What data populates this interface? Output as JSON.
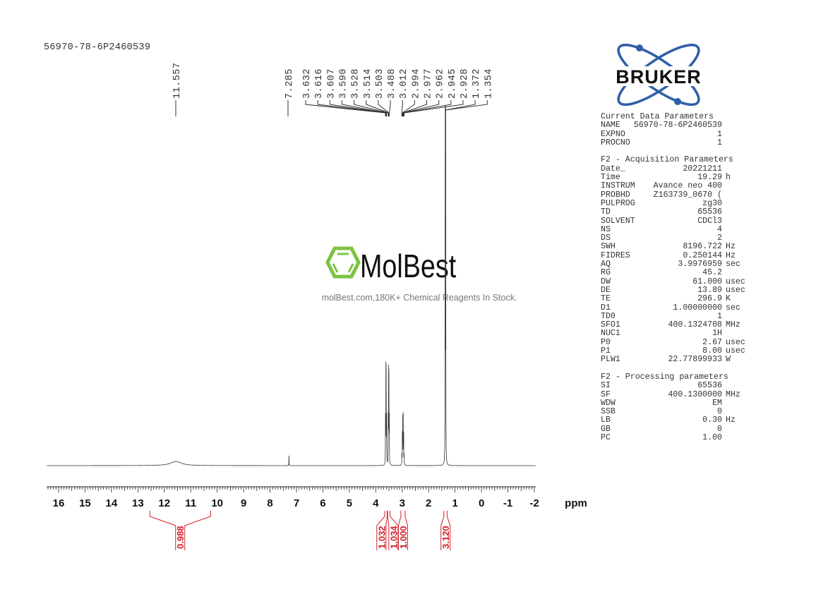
{
  "title": "56970-78-6P2460539",
  "logo": {
    "text": "BRUKER",
    "color": "#2f5fa8",
    "dot_color": "#2f5fa8"
  },
  "watermark": {
    "name": "MolBest",
    "tagline": "molBest.com,180K+ Chemical Reagents In Stock.",
    "color": "#7dc242"
  },
  "parameters": [
    {
      "heading": "Current Data Parameters",
      "rows": [
        [
          "NAME",
          "56970-78-6P2460539",
          ""
        ],
        [
          "EXPNO",
          "1",
          ""
        ],
        [
          "PROCNO",
          "1",
          ""
        ]
      ]
    },
    {
      "heading": "F2 - Acquisition Parameters",
      "rows": [
        [
          "Date_",
          "20221211",
          ""
        ],
        [
          "Time",
          "19.29",
          "h"
        ],
        [
          "INSTRUM",
          "Avance neo 400",
          ""
        ],
        [
          "PROBHD",
          "Z163739_0670 (",
          ""
        ],
        [
          "PULPROG",
          "zg30",
          ""
        ],
        [
          "TD",
          "65536",
          ""
        ],
        [
          "SOLVENT",
          "CDCl3",
          ""
        ],
        [
          "NS",
          "4",
          ""
        ],
        [
          "DS",
          "2",
          ""
        ],
        [
          "SWH",
          "8196.722",
          "Hz"
        ],
        [
          "FIDRES",
          "0.250144",
          "Hz"
        ],
        [
          "AQ",
          "3.9976959",
          "sec"
        ],
        [
          "RG",
          "45.2",
          ""
        ],
        [
          "DW",
          "61.000",
          "usec"
        ],
        [
          "DE",
          "13.89",
          "usec"
        ],
        [
          "TE",
          "296.9",
          "K"
        ],
        [
          "D1",
          "1.00000000",
          "sec"
        ],
        [
          "TD0",
          "1",
          ""
        ],
        [
          "SFO1",
          "400.1324708",
          "MHz"
        ],
        [
          "NUC1",
          "1H",
          ""
        ],
        [
          "P0",
          "2.67",
          "usec"
        ],
        [
          "P1",
          "8.00",
          "usec"
        ],
        [
          "PLW1",
          "22.77899933",
          "W"
        ]
      ]
    },
    {
      "heading": "F2 - Processing parameters",
      "rows": [
        [
          "SI",
          "65536",
          ""
        ],
        [
          "SF",
          "400.1300000",
          "MHz"
        ],
        [
          "WDW",
          "EM",
          ""
        ],
        [
          "SSB",
          "0",
          ""
        ],
        [
          "LB",
          "0.30",
          "Hz"
        ],
        [
          "GB",
          "0",
          ""
        ],
        [
          "PC",
          "1.00",
          ""
        ]
      ]
    }
  ],
  "chart_data": {
    "type": "line",
    "xlabel": "ppm",
    "xlim": [
      16.45,
      -2.05
    ],
    "x_reversed": true,
    "x_ticks": [
      "16",
      "15",
      "14",
      "13",
      "12",
      "11",
      "10",
      "9",
      "8",
      "7",
      "6",
      "5",
      "4",
      "3",
      "2",
      "1",
      "0",
      "-1",
      "-2"
    ],
    "grid": false,
    "peak_labels": [
      "11.557",
      "7.285",
      "3.632",
      "3.616",
      "3.607",
      "3.590",
      "3.528",
      "3.514",
      "3.503",
      "3.488",
      "3.012",
      "2.994",
      "2.977",
      "2.962",
      "2.945",
      "2.928",
      "1.372",
      "1.354"
    ],
    "peaks": [
      {
        "ppm": 11.557,
        "intensity": 0.012,
        "width": 0.25
      },
      {
        "ppm": 7.285,
        "intensity": 0.03,
        "width": 0.004
      },
      {
        "ppm": 3.632,
        "intensity": 0.13,
        "width": 0.004
      },
      {
        "ppm": 3.616,
        "intensity": 0.25,
        "width": 0.004
      },
      {
        "ppm": 3.607,
        "intensity": 0.25,
        "width": 0.004
      },
      {
        "ppm": 3.59,
        "intensity": 0.13,
        "width": 0.004
      },
      {
        "ppm": 3.528,
        "intensity": 0.13,
        "width": 0.004
      },
      {
        "ppm": 3.514,
        "intensity": 0.25,
        "width": 0.004
      },
      {
        "ppm": 3.503,
        "intensity": 0.25,
        "width": 0.004
      },
      {
        "ppm": 3.488,
        "intensity": 0.13,
        "width": 0.004
      },
      {
        "ppm": 3.012,
        "intensity": 0.03,
        "width": 0.004
      },
      {
        "ppm": 2.994,
        "intensity": 0.09,
        "width": 0.004
      },
      {
        "ppm": 2.977,
        "intensity": 0.14,
        "width": 0.004
      },
      {
        "ppm": 2.962,
        "intensity": 0.14,
        "width": 0.004
      },
      {
        "ppm": 2.945,
        "intensity": 0.09,
        "width": 0.004
      },
      {
        "ppm": 2.928,
        "intensity": 0.03,
        "width": 0.004
      },
      {
        "ppm": 1.372,
        "intensity": 1.0,
        "width": 0.004
      },
      {
        "ppm": 1.354,
        "intensity": 1.0,
        "width": 0.004
      }
    ],
    "integrals": [
      {
        "from": 12.55,
        "to": 10.25,
        "value": "0.988"
      },
      {
        "from": 3.66,
        "to": 3.57,
        "value": "1.032"
      },
      {
        "from": 3.55,
        "to": 3.46,
        "value": "1.034"
      },
      {
        "from": 3.05,
        "to": 2.89,
        "value": "1.000"
      },
      {
        "from": 1.42,
        "to": 1.3,
        "value": "3.120"
      }
    ],
    "integral_color": "#d0202a"
  }
}
